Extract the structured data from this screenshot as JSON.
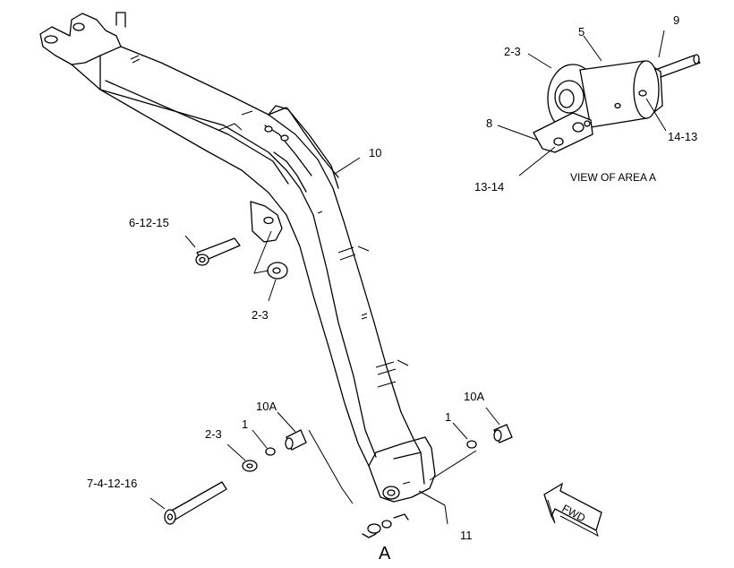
{
  "labels": {
    "part_10": "10",
    "part_6_12_15": "6-12-15",
    "part_2_3_mid": "2-3",
    "part_10a_left": "10A",
    "part_10a_right": "10A",
    "part_1_left": "1",
    "part_1_right": "1",
    "part_2_3_low": "2-3",
    "part_7_4_12_16": "7-4-12-16",
    "part_11": "11",
    "area_a": "A",
    "detail_2_3": "2-3",
    "detail_5": "5",
    "detail_9": "9",
    "detail_8": "8",
    "detail_14_13": "14-13",
    "detail_13_14": "13-14",
    "detail_caption": "VIEW OF AREA A",
    "fwd": "FWD"
  }
}
